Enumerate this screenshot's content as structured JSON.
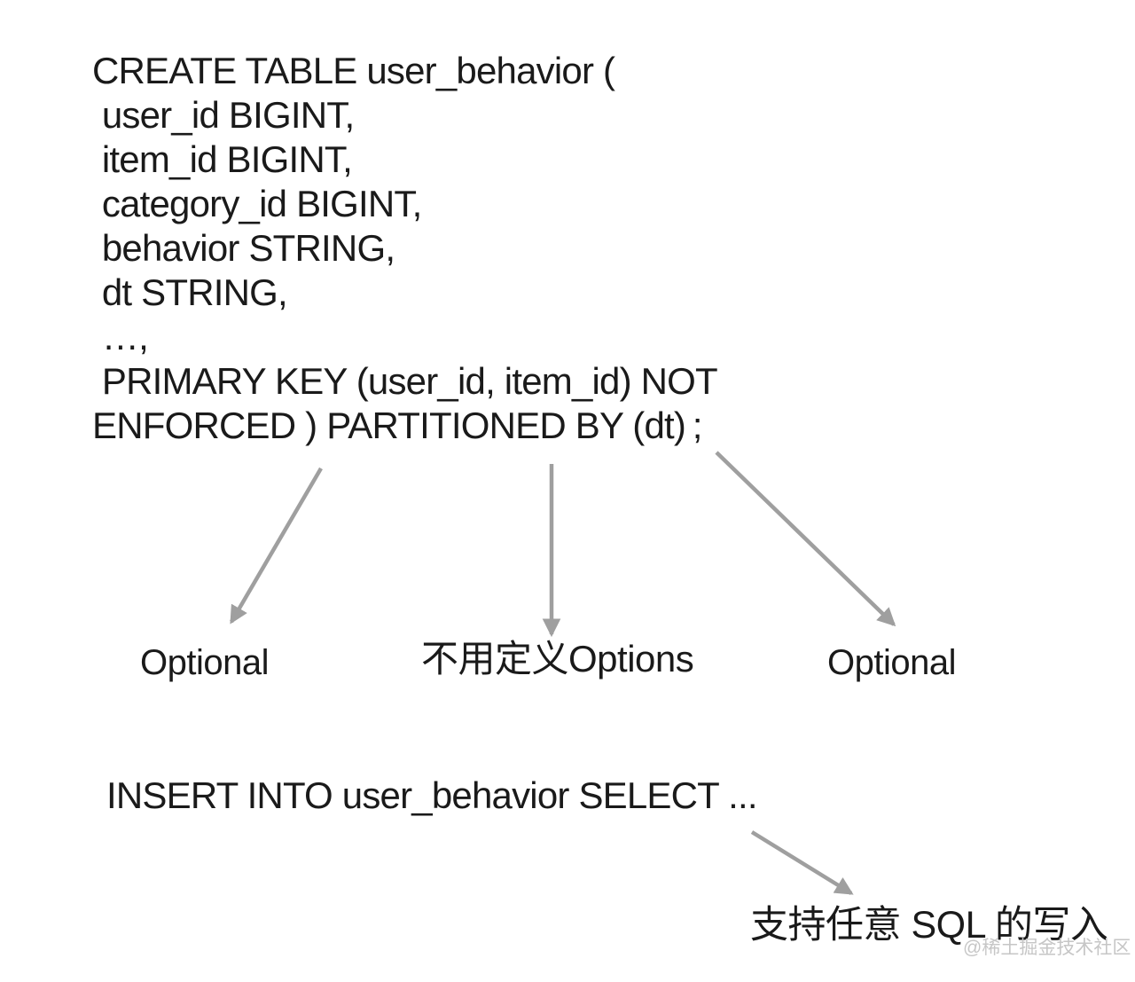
{
  "colors": {
    "bg": "#ffffff",
    "text": "#1a1a1a",
    "arrow": "#9f9f9f",
    "watermark": "#c6c6c6"
  },
  "create_table": {
    "lines": [
      "CREATE TABLE user_behavior (",
      " user_id BIGINT,",
      " item_id BIGINT,",
      " category_id BIGINT,",
      " behavior STRING,",
      " dt STRING,",
      " …,",
      " PRIMARY KEY (user_id, item_id) NOT",
      "ENFORCED ) PARTITIONED BY (dt) ;"
    ]
  },
  "annotations": {
    "left": "Optional",
    "middle": "不用定义Options",
    "right": "Optional",
    "bottom": "支持任意 SQL 的写入"
  },
  "insert_statement": "INSERT INTO user_behavior SELECT ...",
  "watermark": "@稀土掘金技术社区",
  "icons": {
    "arrow_left": "gray down-left arrow from PRIMARY KEY clause to left Optional label",
    "arrow_middle": "gray straight down arrow from PARTITIONED BY to 不用定义Options label",
    "arrow_right": "gray down-right arrow from (dt); to right Optional label",
    "arrow_bottom": "gray down-right arrow from SELECT ... to 支持任意 SQL 的写入 caption"
  }
}
